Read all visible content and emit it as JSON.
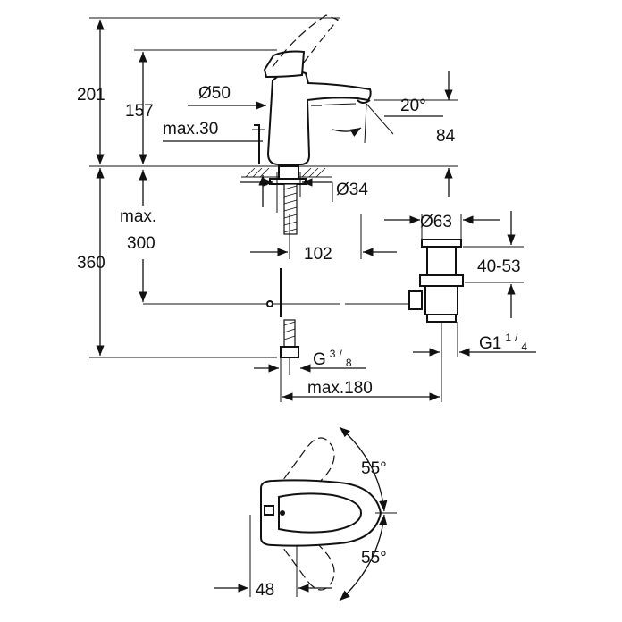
{
  "dimensions": {
    "height_total": "201",
    "height_spout": "157",
    "diameter_body": "Ø50",
    "max_deck": "max.30",
    "spout_angle": "20°",
    "spout_height": "84",
    "diameter_hole": "Ø34",
    "max_pipe": "max.",
    "max_pipe_value": "300",
    "projection": "102",
    "height_below": "360",
    "diameter_waste": "Ø63",
    "waste_range": "40-53",
    "waste_thread_main": "G1",
    "waste_thread_num": "1",
    "waste_thread_den": "4",
    "supply_thread_main": "G",
    "supply_thread_num": "3",
    "supply_thread_den": "8",
    "max_offset": "max.180",
    "lever_angle_top": "55°",
    "lever_angle_bottom": "55°",
    "lever_width": "48"
  }
}
